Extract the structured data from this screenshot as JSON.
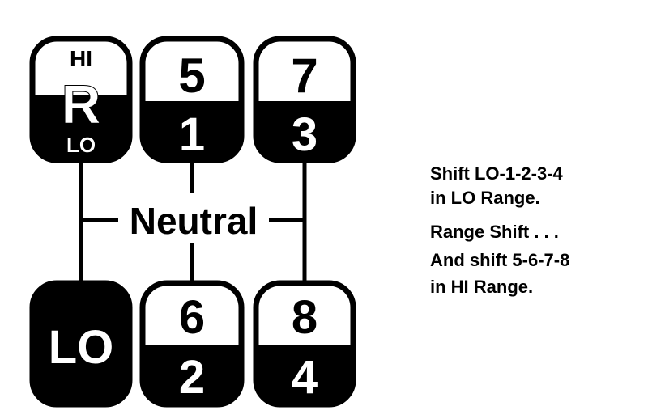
{
  "gates": {
    "reverse": {
      "top_label": "HI",
      "main_label": "R",
      "bottom_label": "LO"
    },
    "gear_5": "5",
    "gear_1": "1",
    "gear_7": "7",
    "gear_3": "3",
    "low": "LO",
    "gear_6": "6",
    "gear_2": "2",
    "gear_8": "8",
    "gear_4": "4"
  },
  "neutral_label": "Neutral",
  "instructions": [
    "Shift LO-1-2-3-4",
    "in LO Range.",
    "Range Shift . . .",
    "And shift 5-6-7-8",
    "in HI Range."
  ],
  "colors": {
    "ink": "#000000",
    "paper": "#ffffff"
  }
}
